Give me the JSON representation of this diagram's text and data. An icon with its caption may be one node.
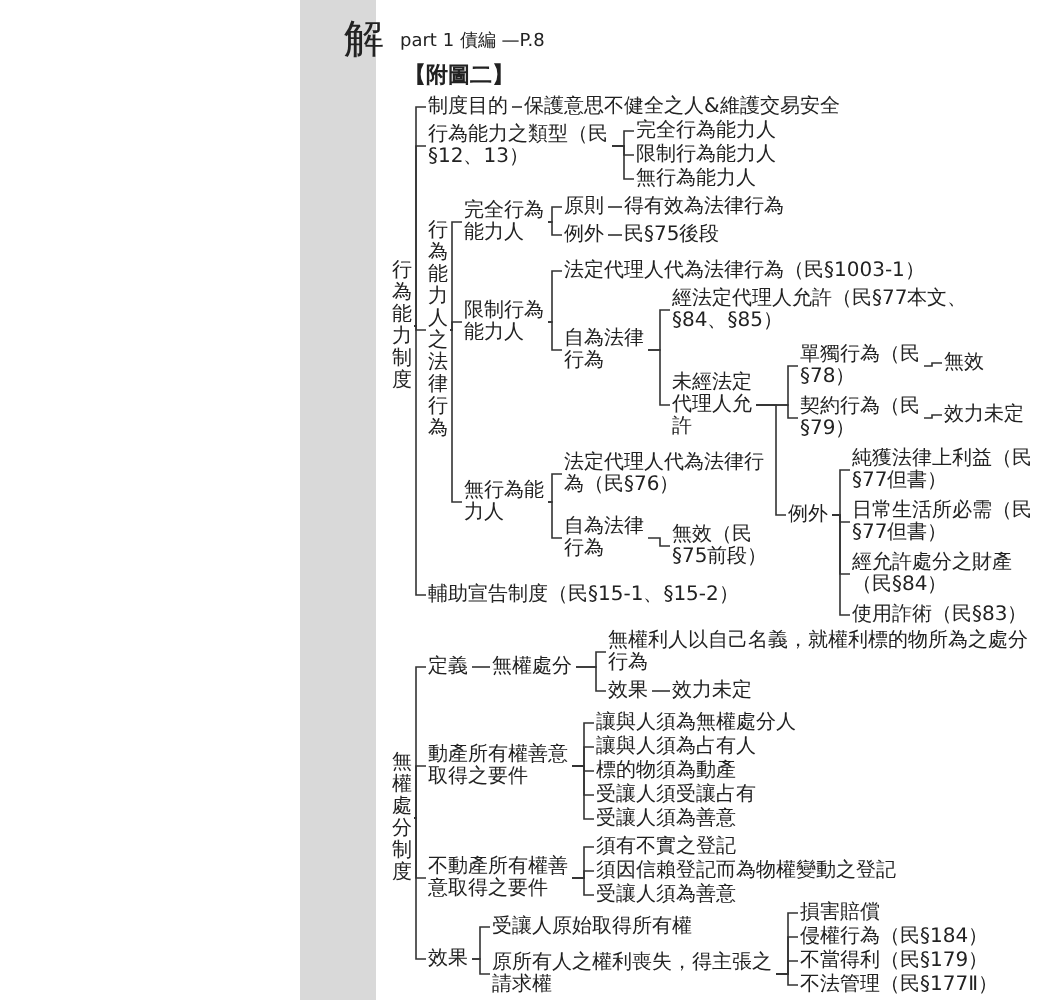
{
  "diagram": {
    "title": "【附圖二】",
    "nodes": [
      {
        "text": [
          "行為能力制度"
        ]
      },
      {
        "text": [
          "制度目的"
        ]
      },
      {
        "text": [
          "保護意思不健全之人&維護交易安全"
        ]
      },
      {
        "text": [
          "行為能力之類型（民§12、13）"
        ]
      },
      {
        "text": [
          "完全行為能力人"
        ]
      },
      {
        "text": [
          "限制行為能力人"
        ]
      },
      {
        "text": [
          "無行為能力人"
        ]
      },
      {
        "text": [
          "行為能力人之法律行為"
        ]
      },
      {
        "text": [
          "完全行為能力人"
        ]
      },
      {
        "text": [
          "原則"
        ]
      },
      {
        "text": [
          "得有效為法律行為"
        ]
      },
      {
        "text": [
          "例外"
        ]
      },
      {
        "text": [
          "民§75後段"
        ]
      },
      {
        "text": [
          "限制行為能力人"
        ]
      },
      {
        "text": [
          "法定代理人代為法律行為（民§1003-1）"
        ]
      },
      {
        "text": [
          "經法定代理人允許（民§77本文、§84、§85）"
        ]
      },
      {
        "text": [
          "自為法律行為"
        ]
      },
      {
        "text": [
          "未經法定代理人允許"
        ]
      },
      {
        "text": [
          "單獨行為（民§78）"
        ]
      },
      {
        "text": [
          "無效"
        ]
      },
      {
        "text": [
          "契約行為（民§79）"
        ]
      },
      {
        "text": [
          "效力未定"
        ]
      },
      {
        "text": [
          "無行為能力人"
        ]
      },
      {
        "text": [
          "法定代理人代為法律行為（民§76）"
        ]
      },
      {
        "text": [
          "自為法律行為"
        ]
      },
      {
        "text": [
          "無效（民§75前段）"
        ]
      },
      {
        "text": [
          "例外"
        ]
      },
      {
        "text": [
          "純獲法律上利益（民§77但書）"
        ]
      },
      {
        "text": [
          "日常生活所必需（民§77但書）"
        ]
      },
      {
        "text": [
          "經允許處分之財產（民§84）"
        ]
      },
      {
        "text": [
          "使用詐術（民§83）"
        ]
      },
      {
        "text": [
          "輔助宣告制度（民§15-1、§15-2）"
        ]
      },
      {
        "text": [
          "無權處分制度"
        ]
      },
      {
        "text": [
          "定義"
        ]
      },
      {
        "text": [
          "無權處分"
        ]
      },
      {
        "text": [
          "無權利人以自己名義，就權利標的物所為之處分行為"
        ]
      },
      {
        "text": [
          "效果"
        ]
      },
      {
        "text": [
          "效力未定"
        ]
      },
      {
        "text": [
          "動產所有權善意取得之要件"
        ]
      },
      {
        "text": [
          "讓與人須為無權處分人"
        ]
      },
      {
        "text": [
          "讓與人須為占有人"
        ]
      },
      {
        "text": [
          "標的物須為動產"
        ]
      },
      {
        "text": [
          "受讓人須受讓占有"
        ]
      },
      {
        "text": [
          "受讓人須為善意"
        ]
      },
      {
        "text": [
          "不動產所有權善意取得之要件"
        ]
      },
      {
        "text": [
          "須有不實之登記"
        ]
      },
      {
        "text": [
          "須因信賴登記而為物權變動之登記"
        ]
      },
      {
        "text": [
          "受讓人須為善意"
        ]
      },
      {
        "text": [
          "效果"
        ]
      },
      {
        "text": [
          "受讓人原始取得所有權"
        ]
      },
      {
        "text": [
          "原所有人之權利喪失，得主張之請求權"
        ]
      },
      {
        "text": [
          "損害賠償"
        ]
      },
      {
        "text": [
          "侵權行為（民§184）"
        ]
      },
      {
        "text": [
          "不當得利（民§179）"
        ]
      },
      {
        "text": [
          "不法管理（民§177Ⅱ）"
        ]
      }
    ],
    "edges": [
      {
        "from": 0,
        "to": 1,
        "arrow": "none"
      },
      {
        "from": 0,
        "to": 3,
        "arrow": "none"
      },
      {
        "from": 0,
        "to": 7,
        "arrow": "none"
      },
      {
        "from": 0,
        "to": 31,
        "arrow": "none"
      },
      {
        "from": 1,
        "to": 2,
        "arrow": "none"
      },
      {
        "from": 3,
        "to": 4,
        "arrow": "none"
      },
      {
        "from": 3,
        "to": 5,
        "arrow": "none"
      },
      {
        "from": 3,
        "to": 6,
        "arrow": "none"
      },
      {
        "from": 7,
        "to": 8,
        "arrow": "none"
      },
      {
        "from": 7,
        "to": 13,
        "arrow": "none"
      },
      {
        "from": 7,
        "to": 22,
        "arrow": "none"
      },
      {
        "from": 8,
        "to": 9,
        "arrow": "none"
      },
      {
        "from": 8,
        "to": 11,
        "arrow": "none"
      },
      {
        "from": 9,
        "to": 10,
        "arrow": "none"
      },
      {
        "from": 11,
        "to": 12,
        "arrow": "none"
      },
      {
        "from": 13,
        "to": 14,
        "arrow": "none"
      },
      {
        "from": 13,
        "to": 16,
        "arrow": "none"
      },
      {
        "from": 16,
        "to": 15,
        "arrow": "none"
      },
      {
        "from": 16,
        "to": 17,
        "arrow": "none"
      },
      {
        "from": 17,
        "to": 18,
        "arrow": "none"
      },
      {
        "from": 17,
        "to": 20,
        "arrow": "none"
      },
      {
        "from": 17,
        "to": 26,
        "arrow": "none"
      },
      {
        "from": 18,
        "to": 19,
        "arrow": "none"
      },
      {
        "from": 20,
        "to": 21,
        "arrow": "none"
      },
      {
        "from": 26,
        "to": 27,
        "arrow": "none"
      },
      {
        "from": 26,
        "to": 28,
        "arrow": "none"
      },
      {
        "from": 26,
        "to": 29,
        "arrow": "none"
      },
      {
        "from": 26,
        "to": 30,
        "arrow": "none"
      },
      {
        "from": 22,
        "to": 23,
        "arrow": "none"
      },
      {
        "from": 22,
        "to": 24,
        "arrow": "none"
      },
      {
        "from": 24,
        "to": 25,
        "arrow": "none"
      },
      {
        "from": 32,
        "to": 33,
        "arrow": "none"
      },
      {
        "from": 32,
        "to": 38,
        "arrow": "none"
      },
      {
        "from": 32,
        "to": 44,
        "arrow": "none"
      },
      {
        "from": 32,
        "to": 48,
        "arrow": "none"
      },
      {
        "from": 33,
        "to": 34,
        "arrow": "none"
      },
      {
        "from": 34,
        "to": 35,
        "arrow": "none"
      },
      {
        "from": 34,
        "to": 36,
        "arrow": "none"
      },
      {
        "from": 36,
        "to": 37,
        "arrow": "none"
      },
      {
        "from": 38,
        "to": 39,
        "arrow": "none"
      },
      {
        "from": 38,
        "to": 40,
        "arrow": "none"
      },
      {
        "from": 38,
        "to": 41,
        "arrow": "none"
      },
      {
        "from": 38,
        "to": 42,
        "arrow": "none"
      },
      {
        "from": 38,
        "to": 43,
        "arrow": "none"
      },
      {
        "from": 44,
        "to": 45,
        "arrow": "none"
      },
      {
        "from": 44,
        "to": 46,
        "arrow": "none"
      },
      {
        "from": 44,
        "to": 47,
        "arrow": "none"
      },
      {
        "from": 48,
        "to": 49,
        "arrow": "none"
      },
      {
        "from": 48,
        "to": 50,
        "arrow": "none"
      },
      {
        "from": 50,
        "to": 51,
        "arrow": "none"
      },
      {
        "from": 50,
        "to": 52,
        "arrow": "none"
      },
      {
        "from": 50,
        "to": 53,
        "arrow": "none"
      },
      {
        "from": 50,
        "to": 54,
        "arrow": "none"
      }
    ],
    "labels": [
      "解",
      "part 1 債編 —P.8"
    ]
  }
}
